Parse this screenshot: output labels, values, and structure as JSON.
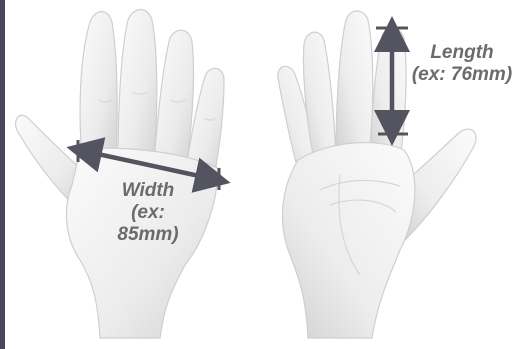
{
  "width_label": "Width",
  "width_example": "(ex: 85mm)",
  "length_label": "Length",
  "length_example": "(ex: 76mm)",
  "colors": {
    "sidebar": "#4b465e",
    "arrow": "#545461",
    "label": "#6b6b6b",
    "hand": "#f2f2f2",
    "hand_shadow": "#c9c9c9"
  },
  "icons": [
    "hand-back-icon",
    "hand-palm-icon",
    "width-arrow-icon",
    "length-arrow-icon"
  ]
}
